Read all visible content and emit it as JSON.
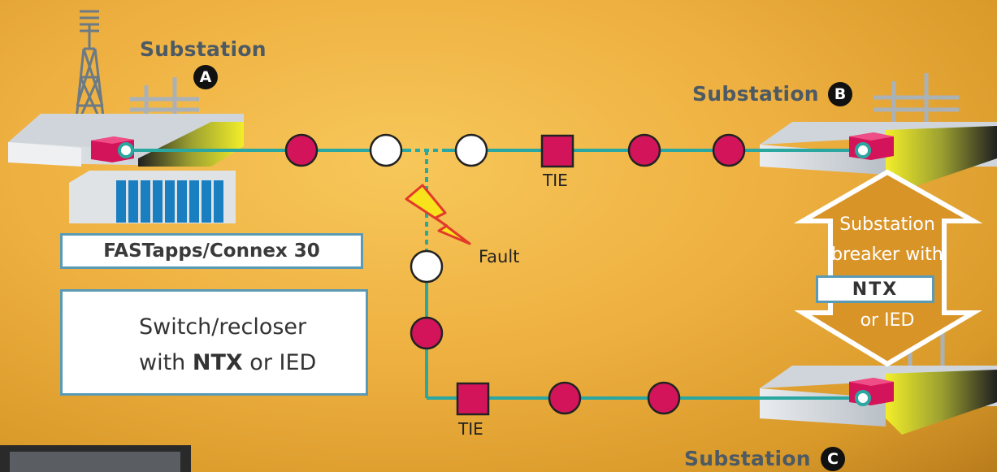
{
  "substations": {
    "a": {
      "word": "Substation",
      "letter": "A"
    },
    "b": {
      "word": "Substation",
      "letter": "B"
    },
    "c": {
      "word": "Substation",
      "letter": "C"
    }
  },
  "tie_labels": [
    "TIE",
    "TIE"
  ],
  "fault_label": "Fault",
  "master_station_label": "FASTapps/Connex 30",
  "legend": {
    "line1": "Switch/recloser",
    "line2_prefix": "with ",
    "line2_bold": "NTX",
    "line2_suffix": " or IED"
  },
  "breaker_arrow": {
    "line1": "Substation",
    "line2": "breaker with",
    "box": "NTX",
    "line3": "or IED"
  },
  "colors": {
    "feeder_line": "#2aa7a0",
    "closed_device": "#d4145a",
    "open_device": "#ffffff",
    "arrow_fill": "#d99428",
    "box_border": "#5a9ab4",
    "fault_bolt": "#f7e21c"
  }
}
